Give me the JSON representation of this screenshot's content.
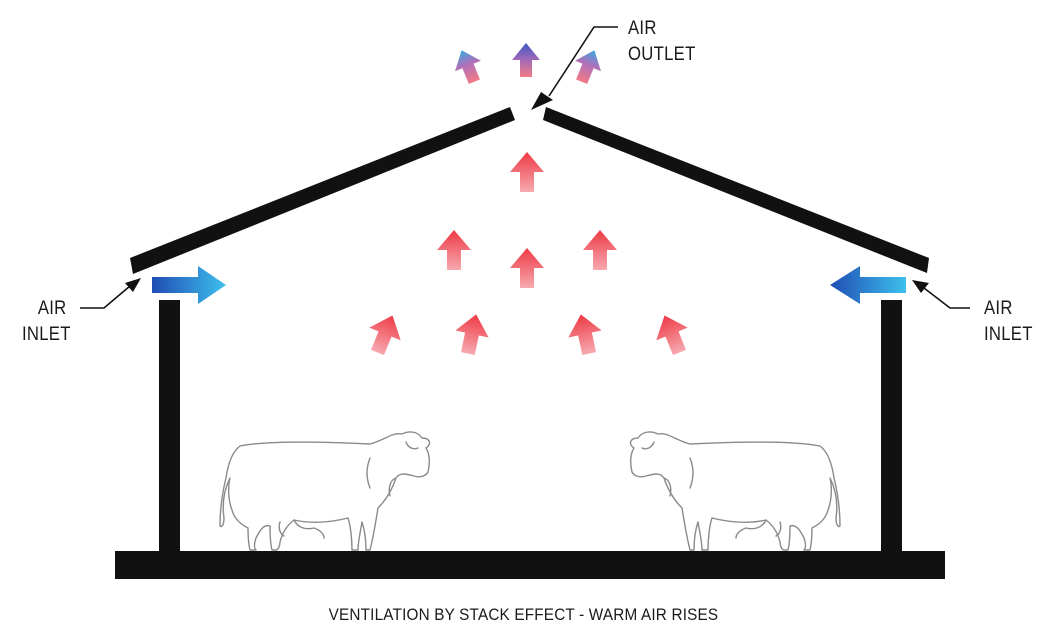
{
  "labels": {
    "outlet_line1": "AIR",
    "outlet_line2": "OUTLET",
    "inlet_left_line1": "AIR",
    "inlet_left_line2": "INLET",
    "inlet_right_line1": "AIR",
    "inlet_right_line2": "INLET"
  },
  "caption": "VENTILATION BY STACK EFFECT - WARM AIR RISES",
  "colors": {
    "structure": "#111111",
    "warm_air": "#ee3a45",
    "cool_air": "#1e4fb8",
    "cool_air_light": "#38b8ea",
    "cow_outline": "#8a8a8a"
  },
  "icons": [
    "air-outlet-arrow-icon",
    "air-inlet-arrow-icon",
    "warm-air-arrow-icon",
    "cow-icon"
  ]
}
